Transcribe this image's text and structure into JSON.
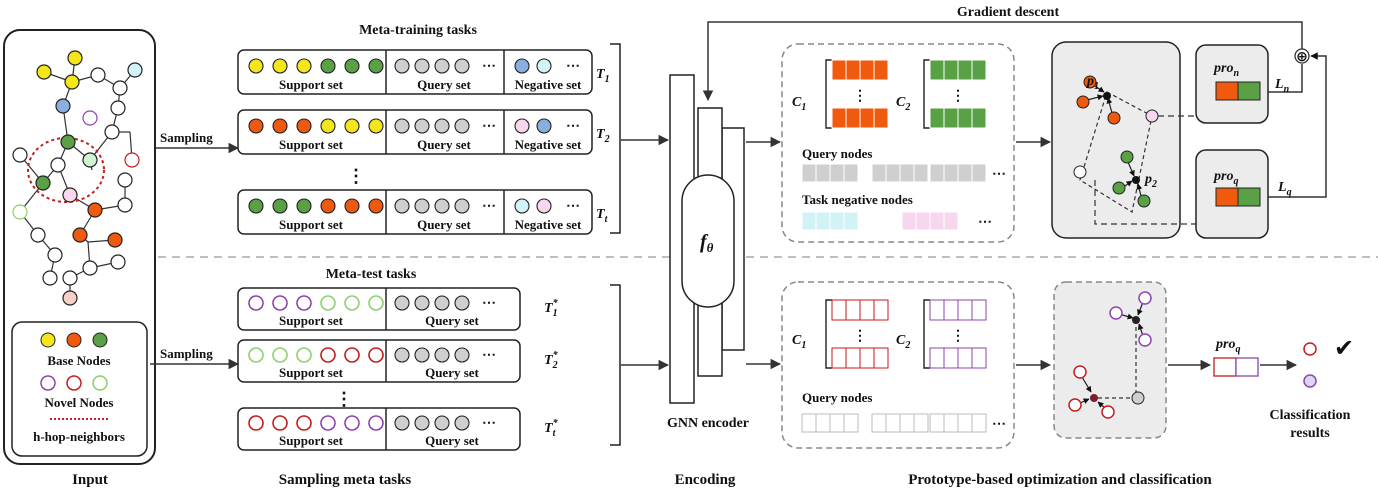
{
  "colors": {
    "yellow": "#f5e51b",
    "orange": "#ef5a0f",
    "green": "#5aa045",
    "blue": "#8aaede",
    "grey": "#cfcfcf",
    "pink": "#f8d7ee",
    "lightcyan": "#d2f3f6",
    "purple": "#8e44ad",
    "red": "#c41e1e",
    "lightgreen": "#8fcf6e",
    "darkred": "#7a1f2b"
  },
  "labels": {
    "input": "Input",
    "sampling_meta_tasks": "Sampling meta tasks",
    "encoding": "Encoding",
    "prototype_opt": "Prototype-based optimization and classification",
    "meta_training_tasks": "Meta-training tasks",
    "meta_test_tasks": "Meta-test tasks",
    "gradient_descent": "Gradient descent",
    "sampling": "Sampling",
    "gnn_encoder": "GNN encoder",
    "f_theta": "f",
    "f_theta_sub": "θ",
    "support_set": "Support set",
    "query_set": "Query set",
    "negative_set": "Negative set",
    "dots": "⋯",
    "vdots": "⋮",
    "query_nodes": "Query nodes",
    "task_negative_nodes": "Task negative nodes",
    "classification_results_line1": "Classification",
    "classification_results_line2": "results",
    "checkmark": "✔",
    "legend": {
      "base_nodes": "Base Nodes",
      "novel_nodes": "Novel Nodes",
      "h_hop": "h-hop-neighbors"
    },
    "T": "T",
    "sub_1": "1",
    "sub_2": "2",
    "sub_t": "t",
    "star": "*",
    "C": "C",
    "p": "p",
    "pro": "pro",
    "sub_n": "n",
    "sub_q": "q",
    "L": "L",
    "oplus": "⊕"
  },
  "train_tasks": [
    {
      "support": [
        "yellow",
        "yellow",
        "yellow",
        "green",
        "green",
        "green"
      ],
      "query": [
        "grey",
        "grey",
        "grey",
        "grey"
      ],
      "negative": [
        "blue",
        "lightcyan"
      ],
      "label_sub": "1"
    },
    {
      "support": [
        "orange",
        "orange",
        "orange",
        "yellow",
        "yellow",
        "yellow"
      ],
      "query": [
        "grey",
        "grey",
        "grey",
        "grey"
      ],
      "negative": [
        "pink",
        "blue"
      ],
      "label_sub": "2"
    },
    {
      "support": [
        "green",
        "green",
        "green",
        "orange",
        "orange",
        "orange"
      ],
      "query": [
        "grey",
        "grey",
        "grey",
        "grey"
      ],
      "negative": [
        "lightcyan",
        "pink"
      ],
      "label_sub": "t"
    }
  ],
  "test_tasks": [
    {
      "support": [
        "purple",
        "purple",
        "purple",
        "lightgreen",
        "lightgreen",
        "lightgreen"
      ],
      "query": [
        "grey",
        "grey",
        "grey",
        "grey"
      ],
      "label_sub": "1"
    },
    {
      "support": [
        "lightgreen",
        "lightgreen",
        "lightgreen",
        "red",
        "red",
        "red"
      ],
      "query": [
        "grey",
        "grey",
        "grey",
        "grey"
      ],
      "label_sub": "2"
    },
    {
      "support": [
        "red",
        "red",
        "red",
        "purple",
        "purple",
        "purple"
      ],
      "query": [
        "grey",
        "grey",
        "grey",
        "grey"
      ],
      "label_sub": "t"
    }
  ]
}
